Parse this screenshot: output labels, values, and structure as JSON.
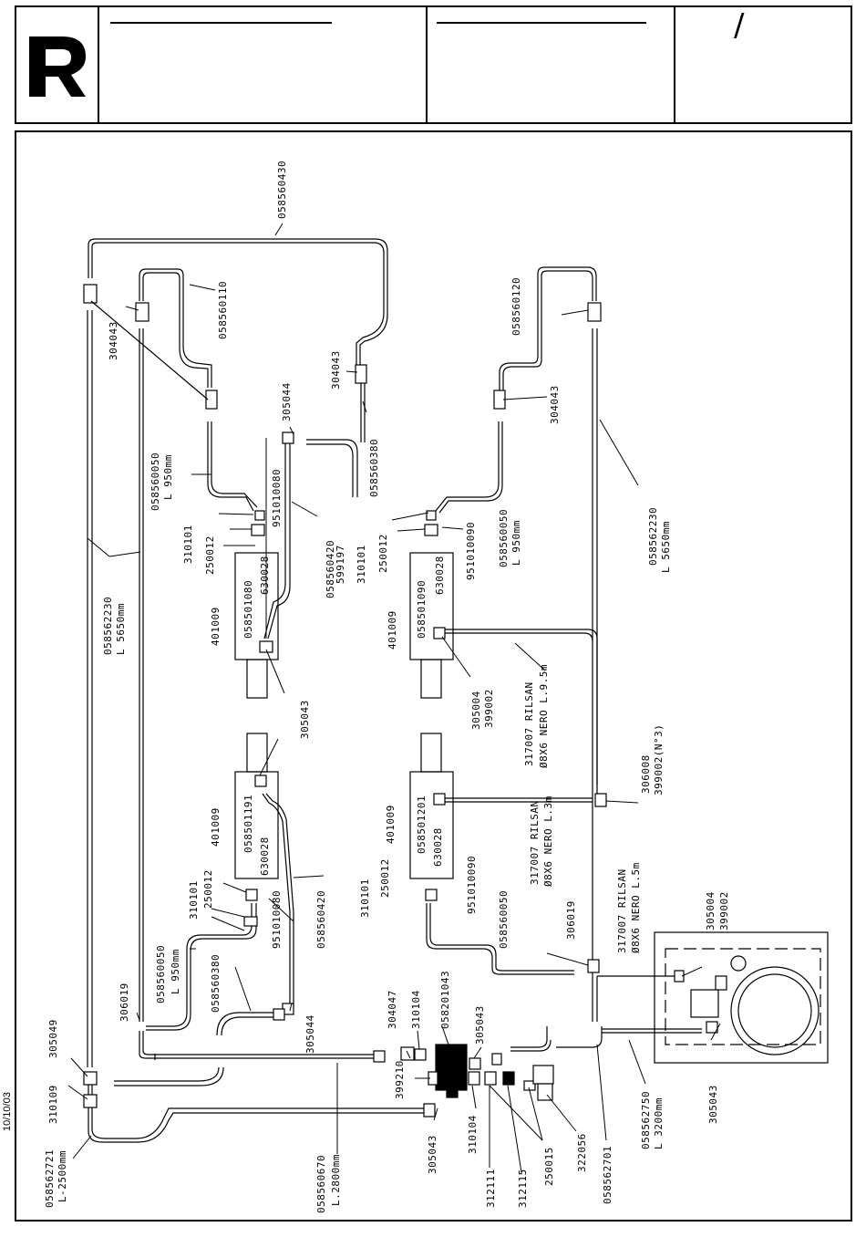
{
  "title_block": {
    "logo": "logo-mark",
    "slash": "/"
  },
  "date": "10/10/03",
  "labels": {
    "p058560430": "058560430",
    "p058560110": "058560110",
    "p304043_a": "304043",
    "p304043_b": "304043",
    "p304043_c": "304043",
    "p058560380_a": "058560380",
    "p058560380_b": "058560380",
    "p305044_a": "305044",
    "p305044_b": "305044",
    "p058560050_a": "058560050",
    "p058560050_a_len": "L 950mm",
    "p058560050_b": "058560050",
    "p058560050_b_len": "L 950mm",
    "p058560050_c": "058560050",
    "p058560050_d": "058560050",
    "p058560050_d_len": "L 950mm",
    "p310101_a": "310101",
    "p310101_b": "310101",
    "p310101_c": "310101",
    "p310101_d": "310101",
    "p250012_a": "250012",
    "p250012_b": "250012",
    "p250012_c": "250012",
    "p250012_d": "250012",
    "p401009_a": "401009",
    "p401009_b": "401009",
    "p401009_c": "401009",
    "p401009_d": "401009",
    "p058501080": "058501080",
    "p630028_a": "630028",
    "p951010080_a": "951010080",
    "p058560420_a": "058560420",
    "p599197": "599197",
    "p058560120": "058560120",
    "p058501090": "058501090",
    "p630028_b": "630028",
    "p951010090_a": "951010090",
    "p058562230_a": "058562230",
    "p058562230_a_len": "L 5650mm",
    "p058562230_b": "058562230",
    "p058562230_b_len": "L 5650mm",
    "p305043_a": "305043",
    "p305004_a": "305004",
    "p399002_a": "399002",
    "p317007_a": "317007 RILSAN",
    "p317007_a_spec": "Ø8X6 NERO L.9.5m",
    "p058501191": "058501191",
    "p630028_c": "630028",
    "p951010080_b": "951010080",
    "p058560420_b": "058560420",
    "p058501201": "058501201",
    "p630028_d": "630028",
    "p951010090_b": "951010090",
    "p317007_b": "317007 RILSAN",
    "p317007_b_spec": "Ø8X6 NERO L.3m",
    "p306008": "306008",
    "p399002_n3": "399002(N°3)",
    "p317007_c": "317007 RILSAN",
    "p317007_c_spec": "Ø8X6 NERO L.5m",
    "p305004_b": "305004",
    "p399002_b": "399002",
    "p306019_a": "306019",
    "p306019_b": "306019",
    "p305049": "305049",
    "p310109": "310109",
    "p058562721": "058562721",
    "p058562721_len": "L-2500mm",
    "p058560670": "058560670",
    "p058560670_len": "L.2800mm",
    "p304047": "304047",
    "p310104_a": "310104",
    "p310104_b": "310104",
    "p058201043": "058201043",
    "p399210": "399210",
    "p305043_b": "305043",
    "p305043_c": "305043",
    "p305043_d": "305043",
    "p312111": "312111",
    "p312115": "312115",
    "p250015": "250015",
    "p322056": "322056",
    "p058562701": "058562701",
    "p058562750": "058562750",
    "p058562750_len": "L 3200mm"
  }
}
